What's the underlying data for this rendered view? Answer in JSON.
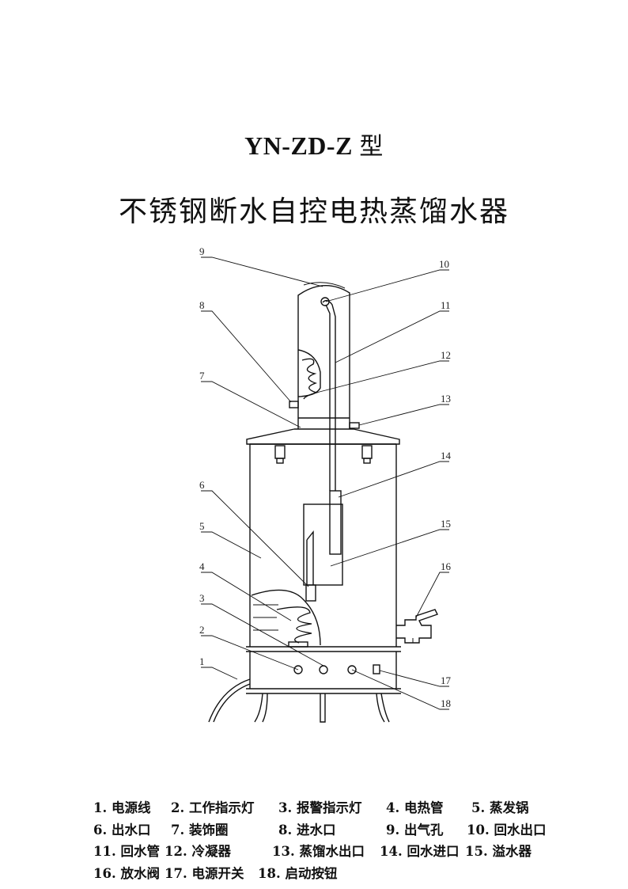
{
  "title": {
    "model": "YN-ZD-Z",
    "suffix": "型",
    "name": "不锈钢断水自控电热蒸馏水器"
  },
  "callouts": [
    "1",
    "2",
    "3",
    "4",
    "5",
    "6",
    "7",
    "8",
    "9",
    "10",
    "11",
    "12",
    "13",
    "14",
    "15",
    "16",
    "17",
    "18"
  ],
  "legend": {
    "row1": [
      "1. 电源线",
      "2. 工作指示灯",
      "3. 报警指示灯",
      "4. 电热管",
      "5. 蒸发锅"
    ],
    "row2": [
      "6. 出水口",
      "7. 装饰圈",
      "8. 进水口",
      "9. 出气孔",
      "10. 回水出口"
    ],
    "row3": [
      "11. 回水管",
      "12. 冷凝器",
      "13. 蒸馏水出口",
      "14. 回水进口",
      "15. 溢水器"
    ],
    "row4": [
      "16. 放水阀",
      "17. 电源开关",
      "18. 启动按钮"
    ]
  }
}
